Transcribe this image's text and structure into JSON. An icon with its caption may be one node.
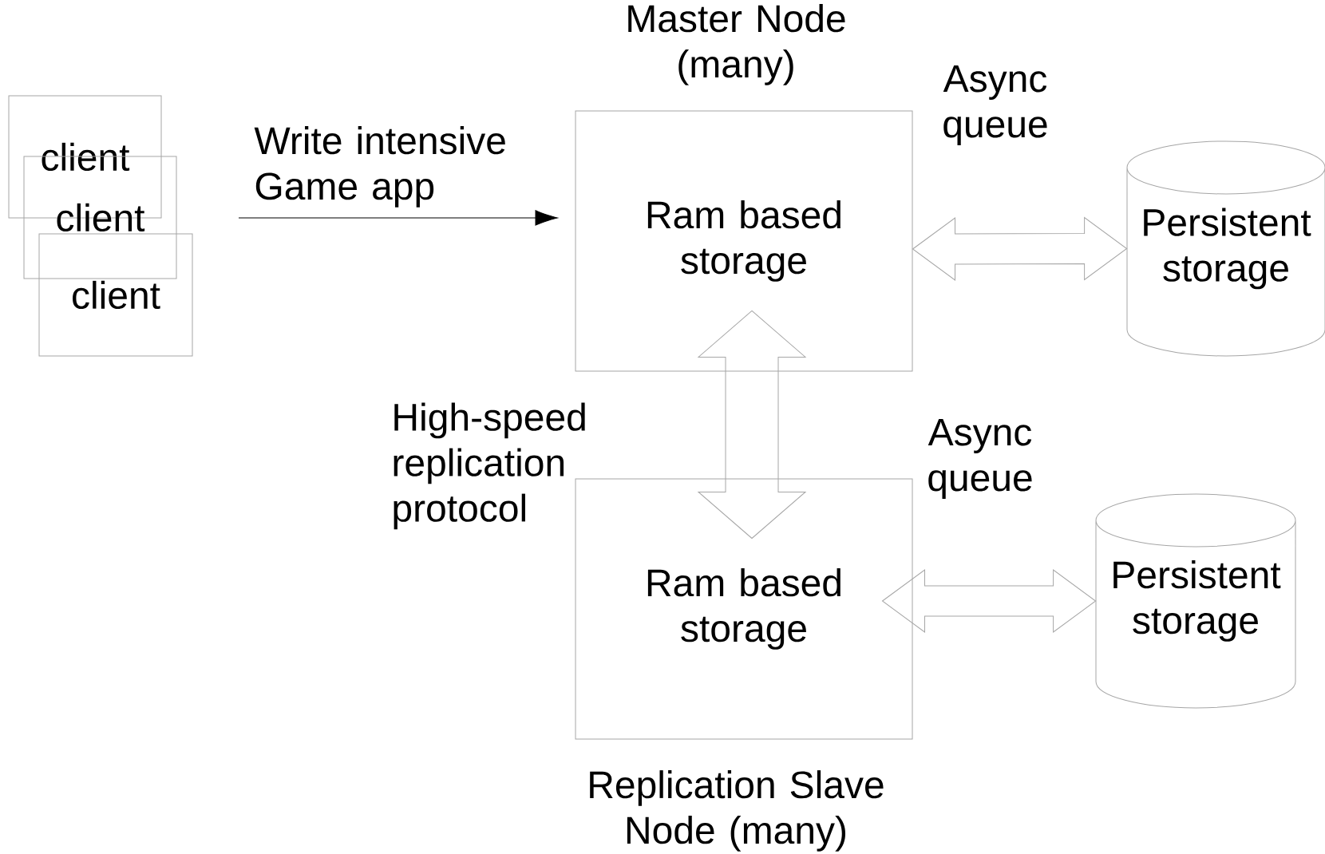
{
  "diagram": {
    "nodes": [
      {
        "text": [
          "client"
        ]
      },
      {
        "text": [
          "client"
        ]
      },
      {
        "text": [
          "client"
        ]
      },
      {
        "text": [
          "Master Node (many)",
          "Ram based storage"
        ]
      },
      {
        "text": [
          "Persistent storage"
        ]
      },
      {
        "text": [
          "Ram based storage",
          "Replication Slave Node (many)"
        ]
      },
      {
        "text": [
          "Persistent storage"
        ]
      }
    ],
    "edges": [
      {
        "from": null,
        "to": 3,
        "arrow": "to",
        "label": "Write intensive Game app"
      },
      {
        "from": 3,
        "to": 4,
        "arrow": "both",
        "label": "Async queue"
      },
      {
        "from": 3,
        "to": 5,
        "arrow": "both",
        "label": "High-speed replication protocol"
      },
      {
        "from": 5,
        "to": 6,
        "arrow": "both",
        "label": "Async queue"
      }
    ]
  }
}
